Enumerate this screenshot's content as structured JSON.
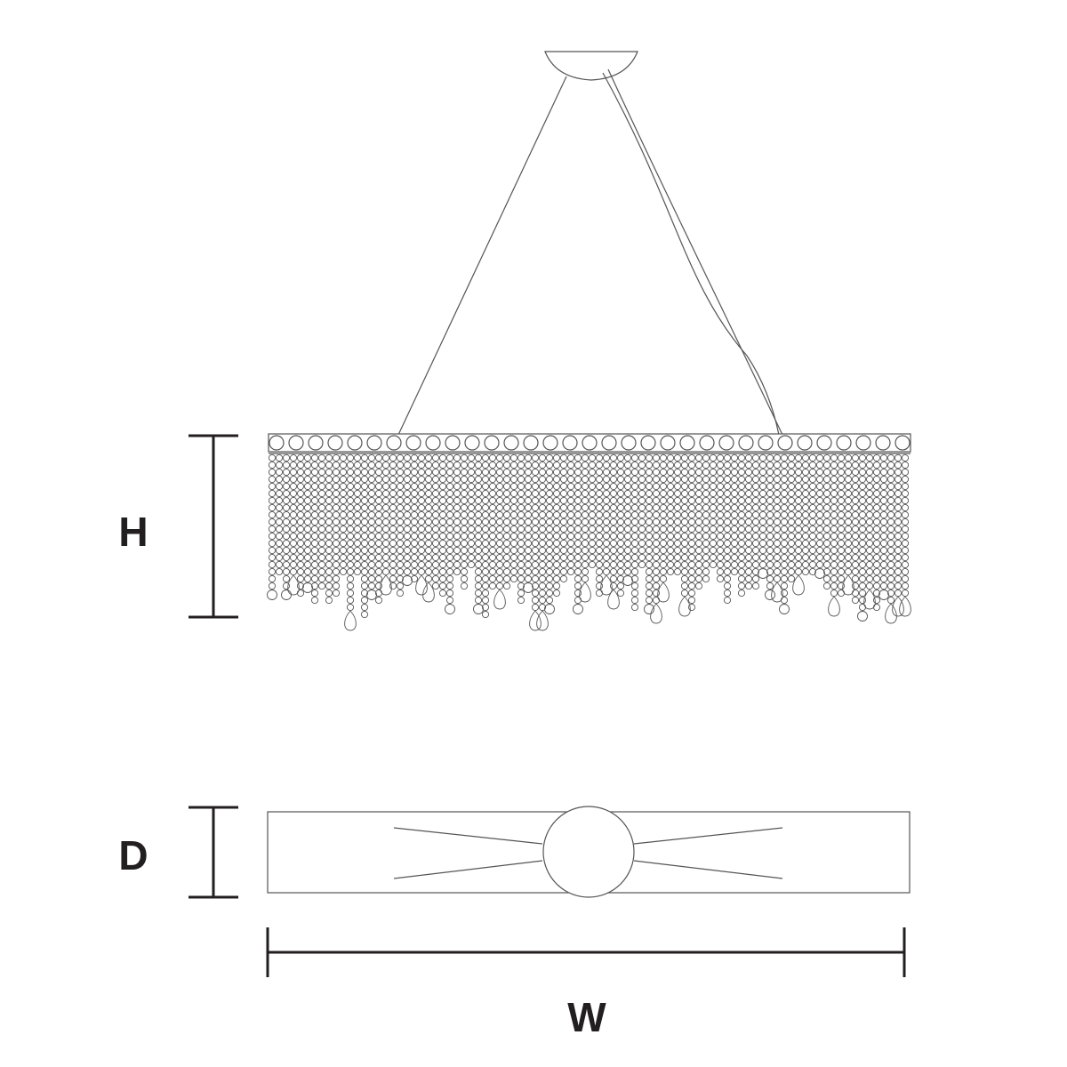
{
  "diagram": {
    "labels": {
      "height": "H",
      "depth": "D",
      "width": "W"
    },
    "colors": {
      "line": "#555555",
      "dimension": "#231f20",
      "background": "#ffffff"
    }
  }
}
